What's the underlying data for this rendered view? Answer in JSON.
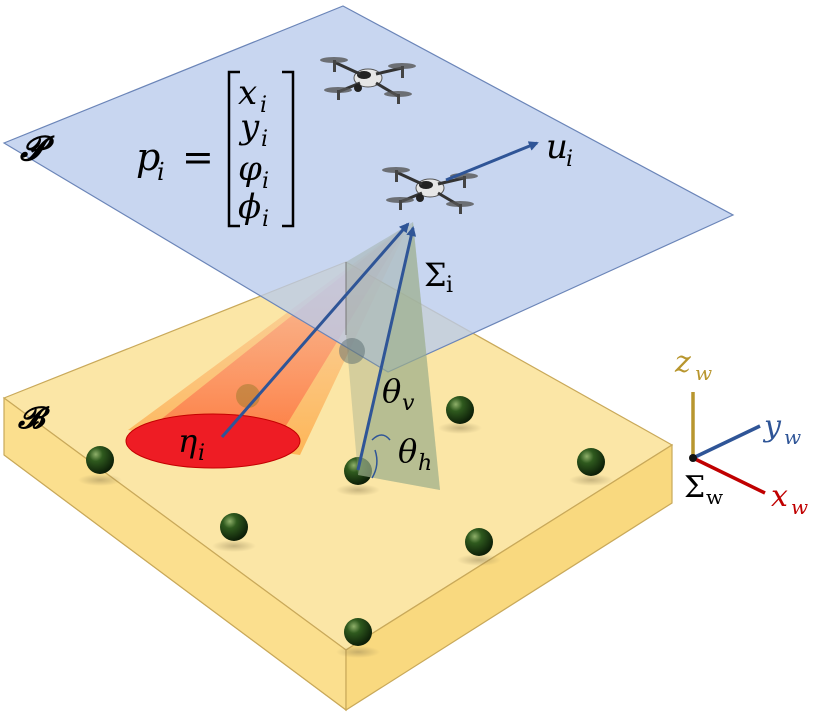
{
  "labels": {
    "plane_P": "𝓟",
    "plane_B": "𝓑",
    "pose_lhs": "p",
    "pose_lhs_sub": "i",
    "equals": "=",
    "vec_x": "x",
    "vec_y": "y",
    "vec_varphi": "φ",
    "vec_phi": "ϕ",
    "vec_sub": "i",
    "u": "u",
    "u_sub": "i",
    "sigma_i": "Σ",
    "sigma_i_sub": "i",
    "eta": "η",
    "eta_sub": "i",
    "theta_v": "θ",
    "theta_v_sub": "v",
    "theta_h": "θ",
    "theta_h_sub": "h",
    "z_w": "z",
    "y_w": "y",
    "x_w": "x",
    "w_sub": "w",
    "sigma_w": "Σ",
    "sigma_w_sub": "w"
  },
  "colors": {
    "plane_P_fill": "#c4d3ee",
    "plane_B_fill": "#fbe6a6",
    "arrow_blue": "#2f5597",
    "ellipse_red": "#ee1c24",
    "axis_z": "#b8962e",
    "axis_y": "#2f5597",
    "axis_x": "#c00000",
    "sphere_green": "#1f3d12",
    "fov_green": "#9fb08a"
  },
  "icons": [
    "drone-icon",
    "drone-icon"
  ]
}
